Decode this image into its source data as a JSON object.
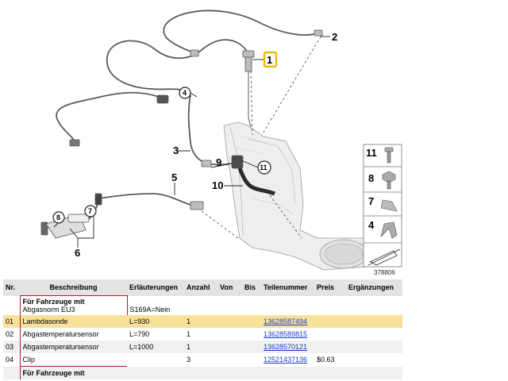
{
  "diagram": {
    "reference_number": "378806",
    "callouts": {
      "c1": "1",
      "c2": "2",
      "c3": "3",
      "c4": "4",
      "c5": "5",
      "c6": "6",
      "c7": "7",
      "c8": "8",
      "c9": "9",
      "c10": "10",
      "c11": "11"
    },
    "highlight_color": "#f2b705"
  },
  "legend": {
    "items": [
      "11",
      "8",
      "7",
      "4"
    ]
  },
  "table": {
    "headers": {
      "nr": "Nr.",
      "beschreibung": "Beschreibung",
      "erlaeuterungen": "Erläuterungen",
      "anzahl": "Anzahl",
      "von": "Von",
      "bis": "Bis",
      "teilenummer": "Teilenummer",
      "preis": "Preis",
      "ergaenzungen": "Ergänzungen"
    },
    "group1": {
      "title": "Für Fahrzeuge mit",
      "subtitle": "Abgasnorm EU3",
      "erlaeuterung": "S169A=Nein"
    },
    "rows": [
      {
        "nr": "01",
        "beschreibung": "Lambdasonde",
        "erlaeuterung": "L=930",
        "anzahl": "1",
        "teilenummer": "13628587494",
        "preis": ""
      },
      {
        "nr": "02",
        "beschreibung": "Abgastemperatursensor",
        "erlaeuterung": "L=790",
        "anzahl": "1",
        "teilenummer": "13628589815",
        "preis": ""
      },
      {
        "nr": "03",
        "beschreibung": "Abgastemperatursensor",
        "erlaeuterung": "L=1000",
        "anzahl": "1",
        "teilenummer": "13628570121",
        "preis": ""
      },
      {
        "nr": "04",
        "beschreibung": "Clip",
        "erlaeuterung": "",
        "anzahl": "3",
        "teilenummer": "12521437136",
        "preis": "$0.63"
      }
    ],
    "group2": {
      "title": "Für Fahrzeuge mit"
    }
  },
  "colors": {
    "selected_row": "#f7e19a",
    "link": "#1a3cc9",
    "group_border": "#b31d2e"
  }
}
